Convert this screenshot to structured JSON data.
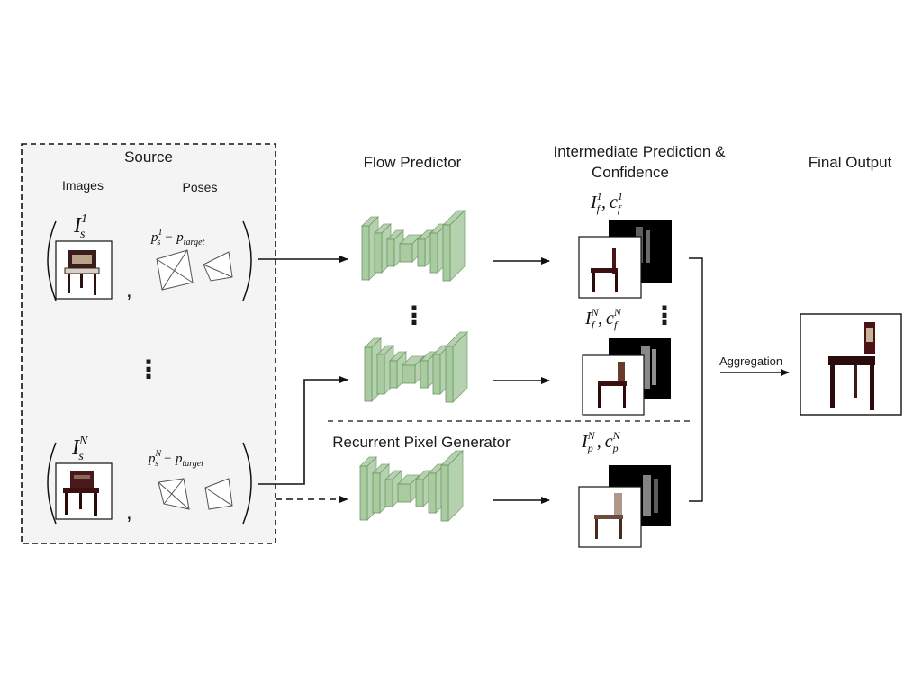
{
  "source": {
    "title": "Source",
    "col_images": "Images",
    "col_poses": "Poses",
    "row1": {
      "image_var": "I",
      "sub": "s",
      "sup": "1",
      "pose_p": "p",
      "pose_sub": "s",
      "pose_sup": "1",
      "pose_rest": "− p",
      "pose_target": "target"
    },
    "rowN": {
      "image_var": "I",
      "sub": "s",
      "sup": "N",
      "pose_p": "p",
      "pose_sub": "s",
      "pose_sup": "N",
      "pose_rest": "− p",
      "pose_target": "target"
    },
    "comma": ",",
    "ellipsis": "⋮"
  },
  "flow": {
    "title": "Flow Predictor",
    "ellipsis": "⋮",
    "color": "#a9cba0",
    "edge": "#6f9466"
  },
  "pixel_generator": {
    "title": "Recurrent Pixel Generator",
    "color": "#6b96d8",
    "edge": "#3f65a8"
  },
  "intermediate": {
    "title_line1": "Intermediate Prediction &",
    "title_line2": "Confidence",
    "row1": {
      "i": "I",
      "i_sub": "f",
      "i_sup": "1",
      "c": "c",
      "c_sub": "f",
      "c_sup": "1"
    },
    "rowN": {
      "i": "I",
      "i_sub": "f",
      "i_sup": "N",
      "c": "c",
      "c_sub": "f",
      "c_sup": "N"
    },
    "rowP": {
      "i": "I",
      "i_sub": "p",
      "i_sup": "N",
      "c": "c",
      "c_sub": "p",
      "c_sup": "N"
    },
    "ellipsis": "⋮",
    "separator": ","
  },
  "aggregation": {
    "label": "Aggregation"
  },
  "final": {
    "title": "Final Output"
  }
}
